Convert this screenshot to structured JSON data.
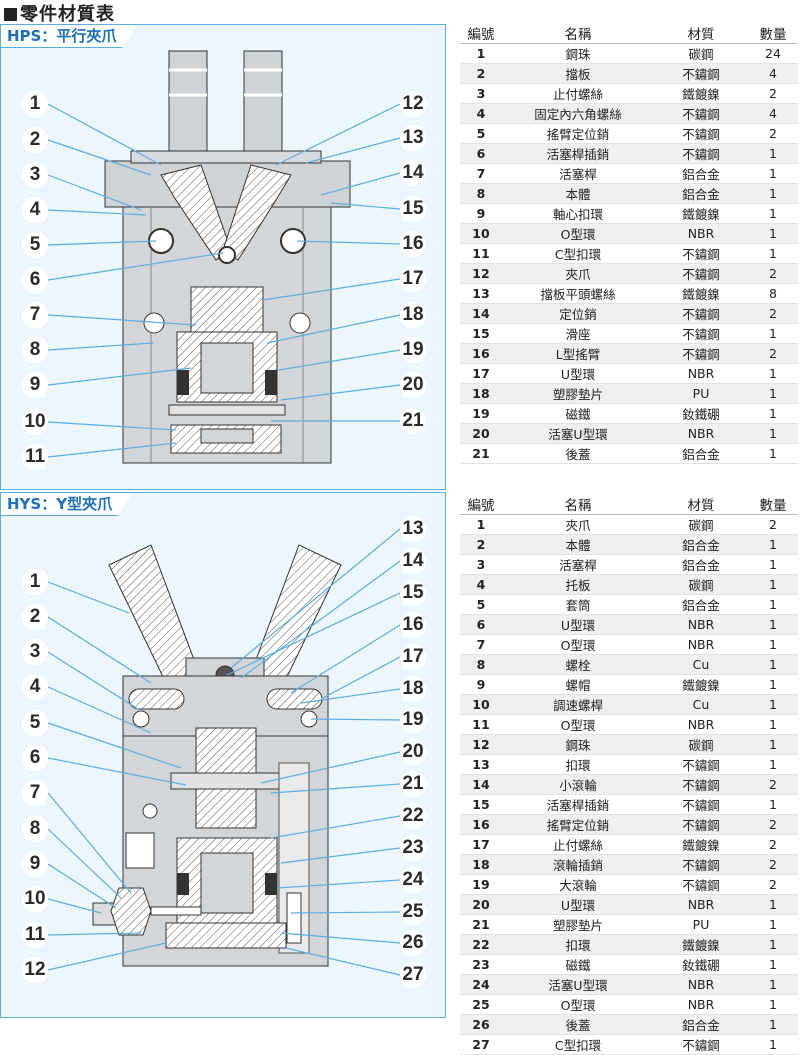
{
  "page_title": "零件材質表",
  "hps": {
    "label": "HPS：平行夾爪",
    "callouts_left": [
      "1",
      "2",
      "3",
      "4",
      "5",
      "6",
      "7",
      "8",
      "9",
      "10",
      "11"
    ],
    "callouts_right": [
      "12",
      "13",
      "14",
      "15",
      "16",
      "17",
      "18",
      "19",
      "20",
      "21"
    ],
    "table": {
      "headers": [
        "編號",
        "名稱",
        "材質",
        "數量"
      ],
      "rows": [
        [
          "1",
          "鋼珠",
          "碳鋼",
          "24"
        ],
        [
          "2",
          "擋板",
          "不鏽鋼",
          "4"
        ],
        [
          "3",
          "止付螺絲",
          "鐵鍍鎳",
          "2"
        ],
        [
          "4",
          "固定內六角螺絲",
          "不鏽鋼",
          "4"
        ],
        [
          "5",
          "搖臂定位銷",
          "不鏽鋼",
          "2"
        ],
        [
          "6",
          "活塞桿插銷",
          "不鏽鋼",
          "1"
        ],
        [
          "7",
          "活塞桿",
          "鋁合金",
          "1"
        ],
        [
          "8",
          "本體",
          "鋁合金",
          "1"
        ],
        [
          "9",
          "軸心扣環",
          "鐵鍍鎳",
          "1"
        ],
        [
          "10",
          "O型環",
          "NBR",
          "1"
        ],
        [
          "11",
          "C型扣環",
          "不鏽鋼",
          "1"
        ],
        [
          "12",
          "夾爪",
          "不鏽鋼",
          "2"
        ],
        [
          "13",
          "擋板平頭螺絲",
          "鐵鍍鎳",
          "8"
        ],
        [
          "14",
          "定位銷",
          "不鏽鋼",
          "2"
        ],
        [
          "15",
          "滑座",
          "不鏽鋼",
          "1"
        ],
        [
          "16",
          "L型搖臂",
          "不鏽鋼",
          "2"
        ],
        [
          "17",
          "U型環",
          "NBR",
          "1"
        ],
        [
          "18",
          "塑膠墊片",
          "PU",
          "1"
        ],
        [
          "19",
          "磁鐵",
          "釹鐵硼",
          "1"
        ],
        [
          "20",
          "活塞U型環",
          "NBR",
          "1"
        ],
        [
          "21",
          "後蓋",
          "鋁合金",
          "1"
        ]
      ]
    }
  },
  "hys": {
    "label": "HYS：Y型夾爪",
    "callouts_left": [
      "1",
      "2",
      "3",
      "4",
      "5",
      "6",
      "7",
      "8",
      "9",
      "10",
      "11",
      "12"
    ],
    "callouts_right": [
      "13",
      "14",
      "15",
      "16",
      "17",
      "18",
      "19",
      "20",
      "21",
      "22",
      "23",
      "24",
      "25",
      "26",
      "27"
    ],
    "table": {
      "headers": [
        "編號",
        "名稱",
        "材質",
        "數量"
      ],
      "rows": [
        [
          "1",
          "夾爪",
          "碳鋼",
          "2"
        ],
        [
          "2",
          "本體",
          "鋁合金",
          "1"
        ],
        [
          "3",
          "活塞桿",
          "鋁合金",
          "1"
        ],
        [
          "4",
          "托板",
          "碳鋼",
          "1"
        ],
        [
          "5",
          "套筒",
          "鋁合金",
          "1"
        ],
        [
          "6",
          "U型環",
          "NBR",
          "1"
        ],
        [
          "7",
          "O型環",
          "NBR",
          "1"
        ],
        [
          "8",
          "螺栓",
          "Cu",
          "1"
        ],
        [
          "9",
          "螺帽",
          "鐵鍍鎳",
          "1"
        ],
        [
          "10",
          "調速螺桿",
          "Cu",
          "1"
        ],
        [
          "11",
          "O型環",
          "NBR",
          "1"
        ],
        [
          "12",
          "鋼珠",
          "碳鋼",
          "1"
        ],
        [
          "13",
          "扣環",
          "不鏽鋼",
          "1"
        ],
        [
          "14",
          "小滾輪",
          "不鏽鋼",
          "2"
        ],
        [
          "15",
          "活塞桿插銷",
          "不鏽鋼",
          "1"
        ],
        [
          "16",
          "搖臂定位銷",
          "不鏽鋼",
          "2"
        ],
        [
          "17",
          "止付螺絲",
          "鐵鍍鎳",
          "2"
        ],
        [
          "18",
          "滾輪插銷",
          "不鏽鋼",
          "2"
        ],
        [
          "19",
          "大滾輪",
          "不鏽鋼",
          "2"
        ],
        [
          "20",
          "U型環",
          "NBR",
          "1"
        ],
        [
          "21",
          "塑膠墊片",
          "PU",
          "1"
        ],
        [
          "22",
          "扣環",
          "鐵鍍鎳",
          "1"
        ],
        [
          "23",
          "磁鐵",
          "釹鐵硼",
          "1"
        ],
        [
          "24",
          "活塞U型環",
          "NBR",
          "1"
        ],
        [
          "25",
          "O型環",
          "NBR",
          "1"
        ],
        [
          "26",
          "後蓋",
          "鋁合金",
          "1"
        ],
        [
          "27",
          "C型扣環",
          "不鏽鋼",
          "1"
        ]
      ]
    }
  }
}
